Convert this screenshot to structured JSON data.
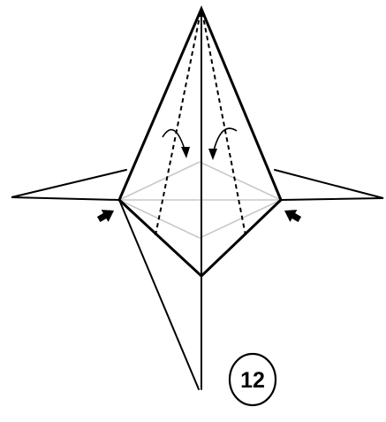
{
  "diagram": {
    "step_number": "12",
    "colors": {
      "background": "#ffffff",
      "outline": "#000000",
      "hidden_crease": "#c8c8c8"
    },
    "symbols": [
      "valley-fold-dashed-line",
      "fold-arrow",
      "push-arrow",
      "hidden-crease-line"
    ]
  }
}
